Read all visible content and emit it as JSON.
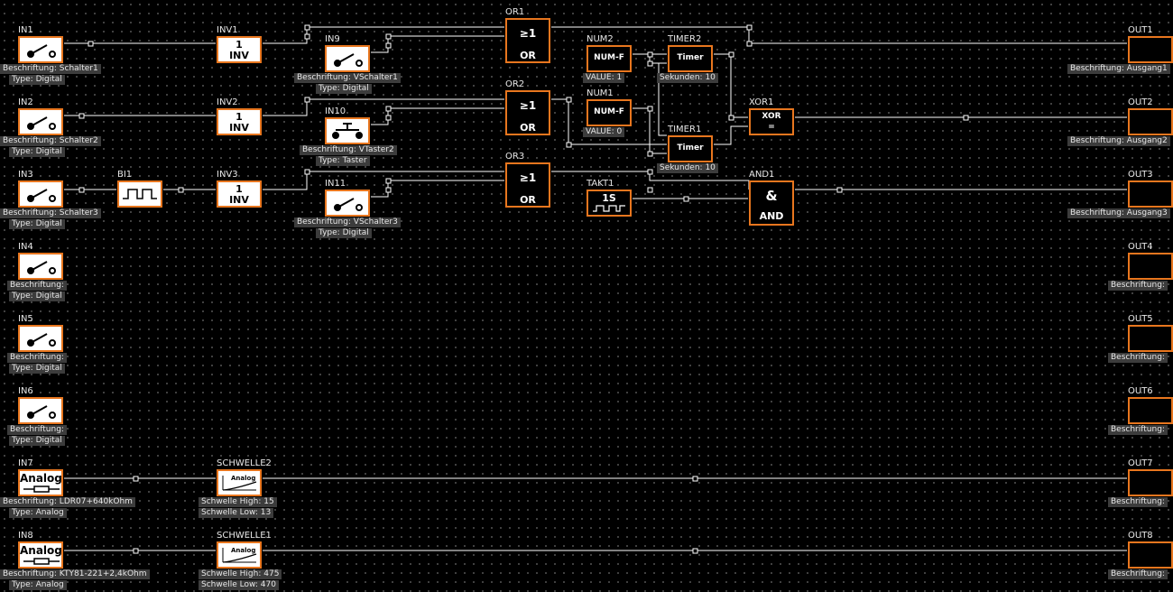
{
  "inputs": [
    {
      "name": "IN1",
      "caption": "Beschriftung: Schalter1",
      "type": "Type: Digital"
    },
    {
      "name": "IN2",
      "caption": "Beschriftung: Schalter2",
      "type": "Type: Digital"
    },
    {
      "name": "IN3",
      "caption": "Beschriftung: Schalter3",
      "type": "Type: Digital"
    },
    {
      "name": "IN4",
      "caption": "Beschriftung:",
      "type": "Type: Digital"
    },
    {
      "name": "IN5",
      "caption": "Beschriftung:",
      "type": "Type: Digital"
    },
    {
      "name": "IN6",
      "caption": "Beschriftung:",
      "type": "Type: Digital"
    },
    {
      "name": "IN7",
      "caption": "Beschriftung: LDR07+640kOhm",
      "type": "Type: Analog",
      "symbol": "Analog"
    },
    {
      "name": "IN8",
      "caption": "Beschriftung: KTY81-221+2,4kOhm",
      "type": "Type: Analog",
      "symbol": "Analog"
    }
  ],
  "outputs": [
    {
      "name": "OUT1",
      "caption": "Beschriftung: Ausgang1"
    },
    {
      "name": "OUT2",
      "caption": "Beschriftung: Ausgang2"
    },
    {
      "name": "OUT3",
      "caption": "Beschriftung: Ausgang3"
    },
    {
      "name": "OUT4",
      "caption": "Beschriftung:"
    },
    {
      "name": "OUT5",
      "caption": "Beschriftung:"
    },
    {
      "name": "OUT6",
      "caption": "Beschriftung:"
    },
    {
      "name": "OUT7",
      "caption": "Beschriftung:"
    },
    {
      "name": "OUT8",
      "caption": "Beschriftung:"
    }
  ],
  "inverters": [
    {
      "name": "INV1",
      "line1": "1",
      "line2": "INV"
    },
    {
      "name": "INV2",
      "line1": "1",
      "line2": "INV"
    },
    {
      "name": "INV3",
      "line1": "1",
      "line2": "INV"
    }
  ],
  "bi": {
    "name": "BI1"
  },
  "virtual": [
    {
      "name": "IN9",
      "caption": "Beschriftung: VSchalter1",
      "type": "Type: Digital"
    },
    {
      "name": "IN10",
      "caption": "Beschriftung: VTaster2",
      "type": "Type: Taster"
    },
    {
      "name": "IN11",
      "caption": "Beschriftung: VSchalter3",
      "type": "Type: Digital"
    }
  ],
  "ors": [
    {
      "name": "OR1",
      "line1": "≥1",
      "line2": "OR"
    },
    {
      "name": "OR2",
      "line1": "≥1",
      "line2": "OR"
    },
    {
      "name": "OR3",
      "line1": "≥1",
      "line2": "OR"
    }
  ],
  "nums": [
    {
      "name": "NUM2",
      "label": "NUM-F",
      "value": "VALUE: 1"
    },
    {
      "name": "NUM1",
      "label": "NUM-F",
      "value": "VALUE: 0"
    }
  ],
  "timers": [
    {
      "name": "TIMER2",
      "label": "Timer",
      "info": "Sekunden: 10"
    },
    {
      "name": "TIMER1",
      "label": "Timer",
      "info": "Sekunden: 10"
    }
  ],
  "takt": {
    "name": "TAKT1",
    "label": "1S"
  },
  "xor": {
    "name": "XOR1",
    "line1": "XOR",
    "line2": "="
  },
  "and": {
    "name": "AND1",
    "line1": "&",
    "line2": "AND"
  },
  "thresholds": [
    {
      "name": "SCHWELLE2",
      "label": "Analog",
      "high": "Schwelle High: 15",
      "low": "Schwelle Low: 13"
    },
    {
      "name": "SCHWELLE1",
      "label": "Analog",
      "high": "Schwelle High: 475",
      "low": "Schwelle Low: 470"
    }
  ],
  "colors": {
    "block_border": "#e8761e",
    "wire": "#ffffff",
    "pin_out": "#3ddc3d",
    "pin_in": "#e03030",
    "background": "#000000"
  }
}
